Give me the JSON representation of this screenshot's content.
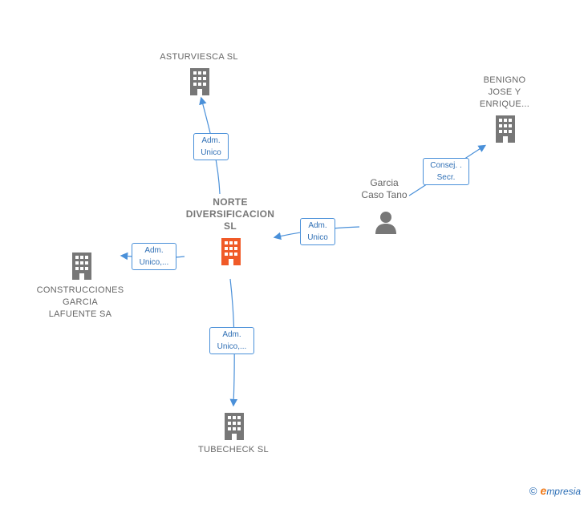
{
  "nodes": {
    "asturviesca": {
      "lines": [
        "ASTURVIESCA SL"
      ],
      "icon": "building-icon"
    },
    "benigno": {
      "lines": [
        "BENIGNO",
        "JOSE Y",
        "ENRIQUE..."
      ],
      "icon": "building-icon"
    },
    "norte": {
      "lines": [
        "NORTE",
        "DIVERSIFICACION",
        "SL"
      ],
      "icon": "building-icon",
      "highlight_color": "#f05a28"
    },
    "garcia": {
      "lines": [
        "Garcia",
        "Caso Tano"
      ],
      "icon": "person-icon"
    },
    "construcciones": {
      "lines": [
        "CONSTRUCCIONES",
        "GARCIA",
        "LAFUENTE SA"
      ],
      "icon": "building-icon"
    },
    "tubecheck": {
      "lines": [
        "TUBECHECK SL"
      ],
      "icon": "building-icon"
    }
  },
  "relations": {
    "norte_asturviesca": [
      "Adm.",
      "Unico"
    ],
    "garcia_benigno": [
      "Consej. .",
      "Secr."
    ],
    "garcia_norte": [
      "Adm.",
      "Unico"
    ],
    "norte_construcciones": [
      "Adm.",
      "Unico,..."
    ],
    "norte_tubecheck": [
      "Adm.",
      "Unico,..."
    ]
  },
  "colors": {
    "node_gray": "#777777",
    "main_node": "#f05a28",
    "edge": "#4a90d9"
  },
  "brand": {
    "copyright": "©",
    "initial": "e",
    "rest": "mpresia"
  }
}
